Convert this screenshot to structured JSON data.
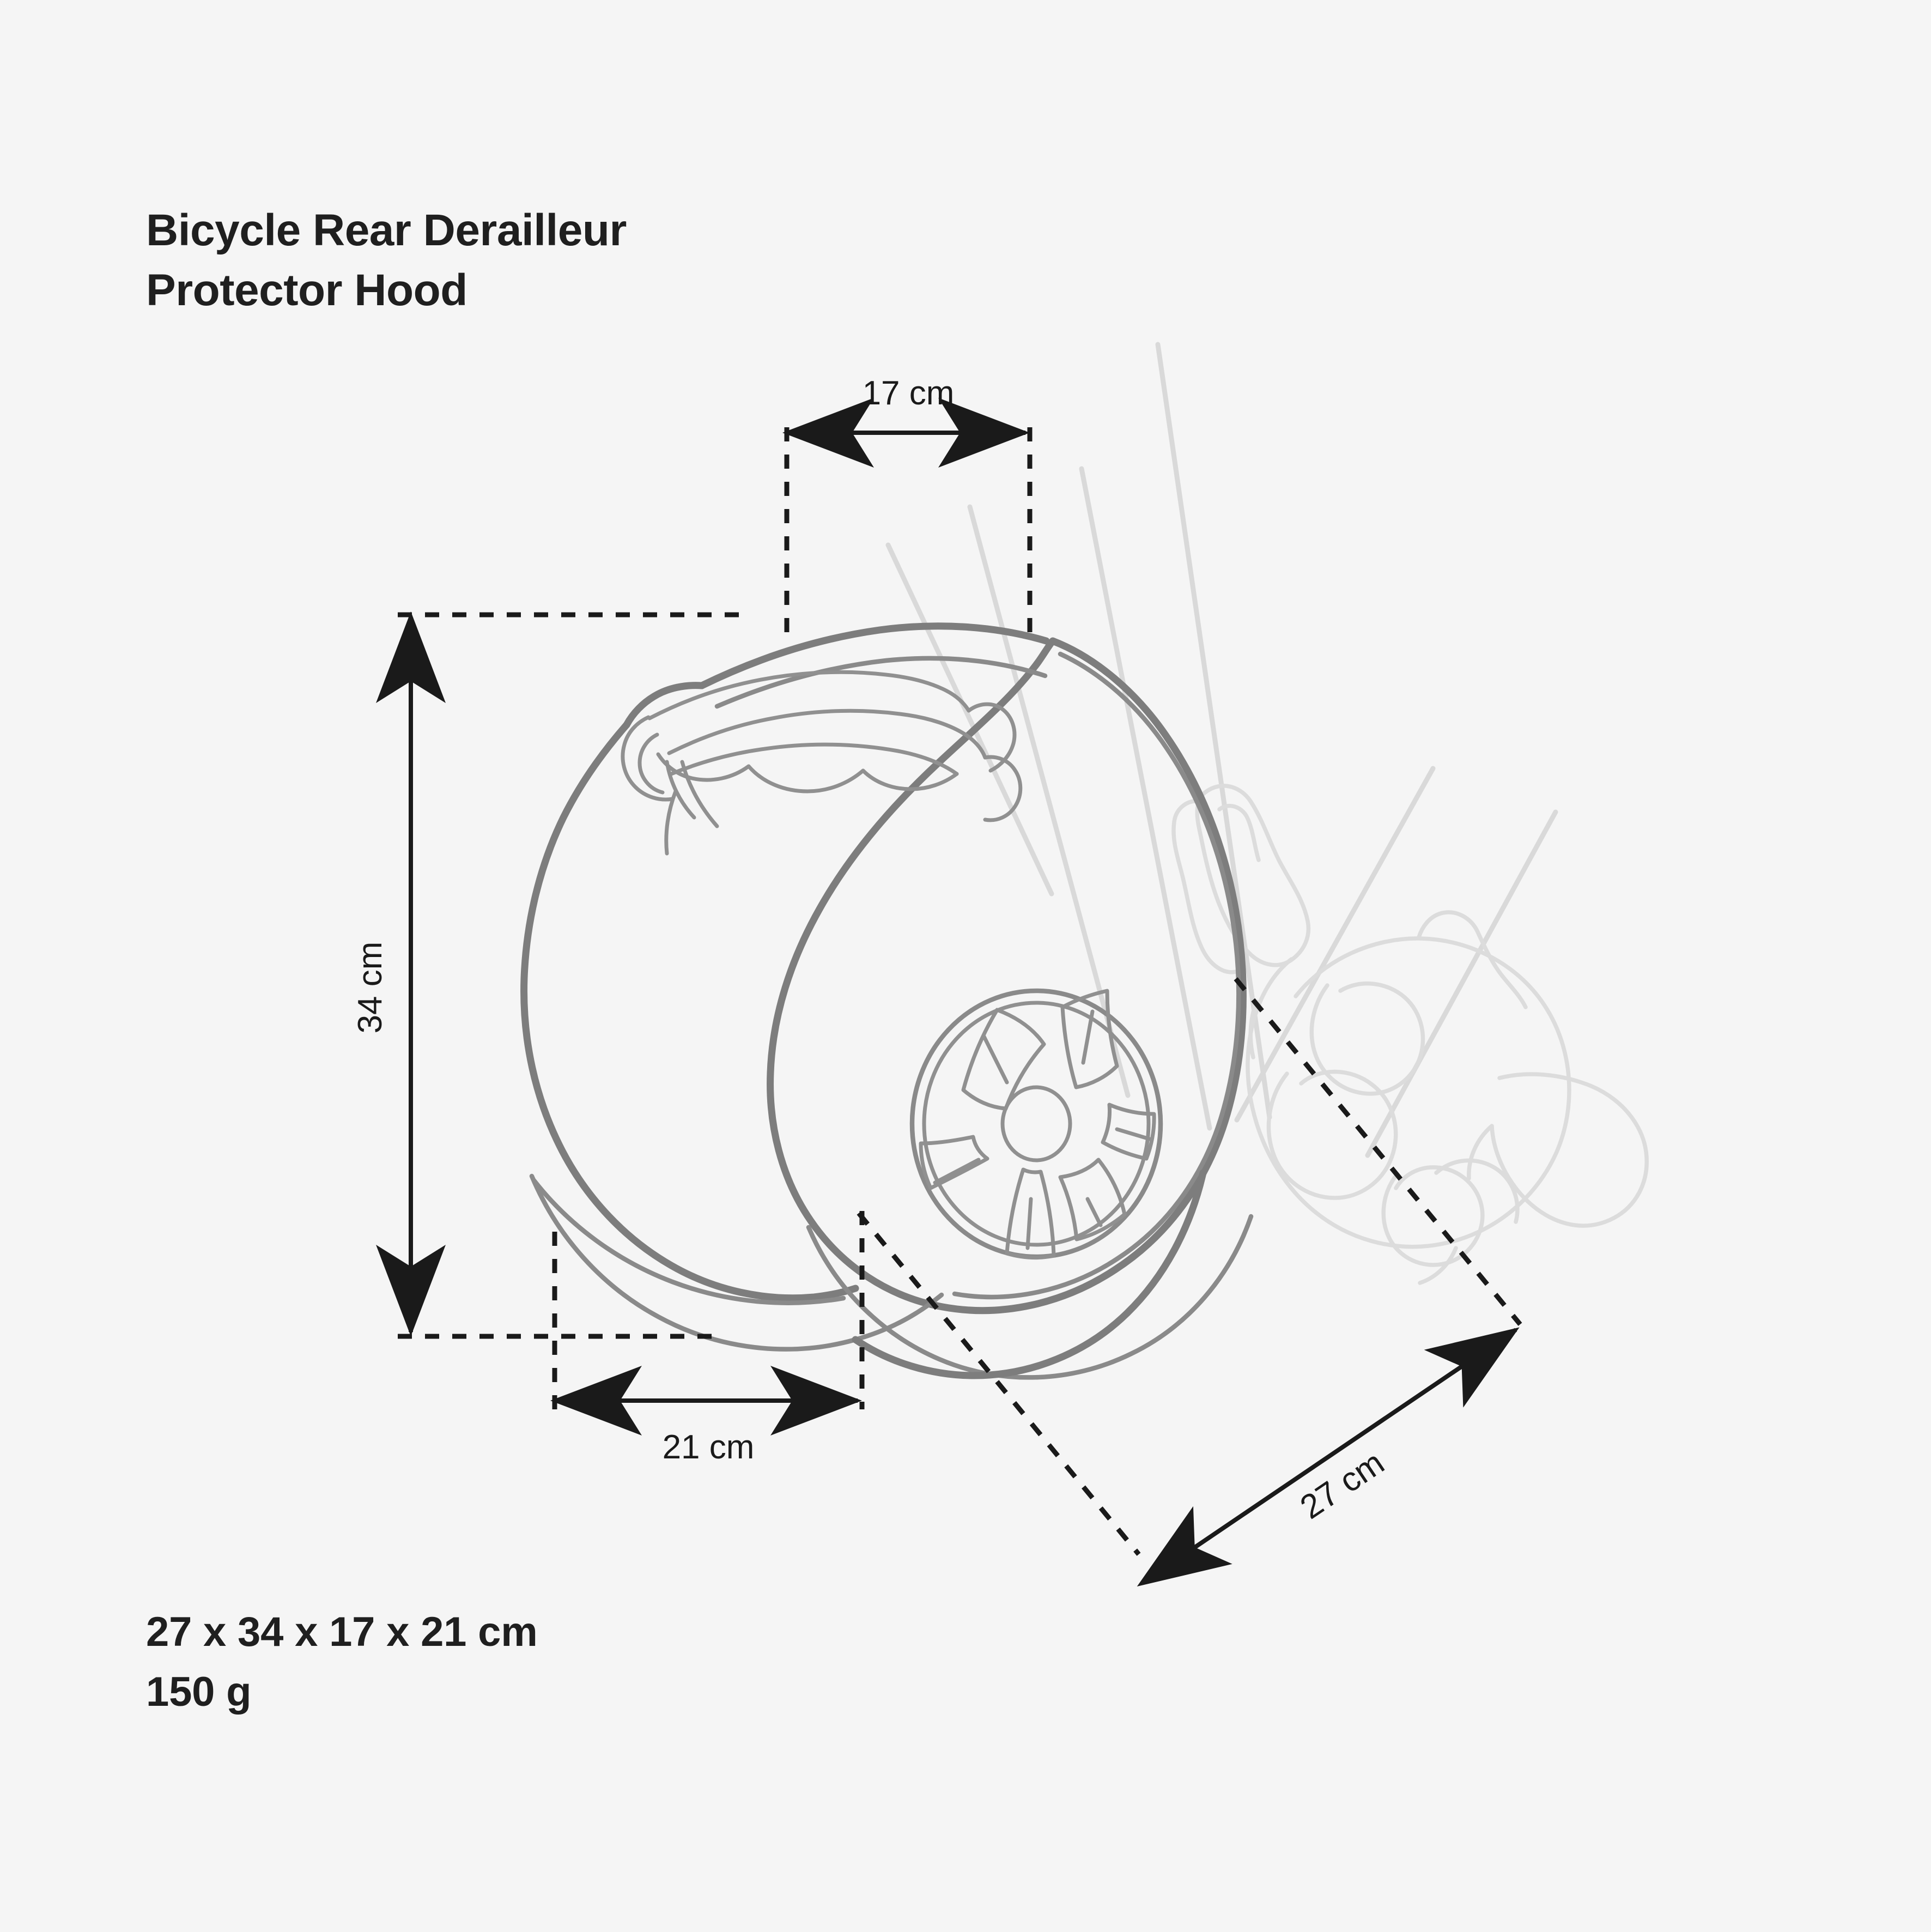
{
  "background_color": "#f5f5f5",
  "header": {
    "title_line1": "Bicycle Rear Derailleur",
    "title_line2": "Protector Hood"
  },
  "footer": {
    "dimensions_text": "27 x 34 x 17 x 21 cm",
    "weight_text": "150 g"
  },
  "dimensions": {
    "width_top": {
      "label": "17 cm",
      "value": 17,
      "unit": "cm",
      "orientation": "horizontal"
    },
    "height_left": {
      "label": "34 cm",
      "value": 34,
      "unit": "cm",
      "orientation": "vertical"
    },
    "depth_bottom": {
      "label": "21 cm",
      "value": 21,
      "unit": "cm",
      "orientation": "horizontal"
    },
    "length_diagonal": {
      "label": "27 cm",
      "value": 27,
      "unit": "cm",
      "orientation": "diagonal"
    }
  },
  "colors": {
    "background": "#f5f5f5",
    "product_outline": "#7d7d7d",
    "ghost_bicycle": "#d9d9d9",
    "dimension_line": "#1a1a1a",
    "text": "#1f1f1f"
  },
  "product": {
    "name": "Bicycle Rear Derailleur Protector Hood",
    "vent_spoke_count": 6
  }
}
